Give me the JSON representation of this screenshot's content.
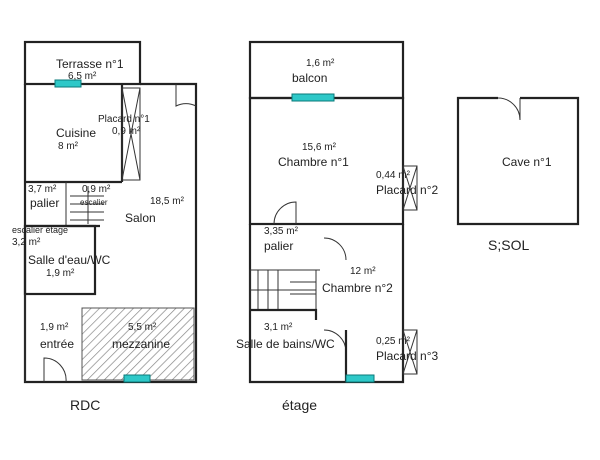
{
  "floors": {
    "rdc": {
      "title": "RDC",
      "rooms": {
        "terrasse": {
          "name": "Terrasse n°1",
          "area": "6,5 m²"
        },
        "placard1": {
          "name": "Placard n°1",
          "area": "0,9 m²"
        },
        "cuisine": {
          "name": "Cuisine",
          "area": "8 m²"
        },
        "palier": {
          "name": "palier",
          "area": "3,7 m²"
        },
        "escalier_area": "0,9 m²",
        "escalier": "escalier",
        "salon": {
          "name": "Salon",
          "area": "18,5 m²"
        },
        "escalier_etage": {
          "name": "escalier étage",
          "area": "3,2 m²"
        },
        "salle_eau": {
          "name": "Salle d'eau/WC",
          "area": "1,9 m²"
        },
        "entree": {
          "name": "entrée",
          "area": "1,9 m²"
        },
        "mezzanine": {
          "name": "mezzanine",
          "area": "5,5 m²"
        }
      }
    },
    "etage": {
      "title": "étage",
      "rooms": {
        "balcon": {
          "name": "balcon",
          "area": "1,6 m²"
        },
        "chambre1": {
          "name": "Chambre n°1",
          "area": "15,6 m²"
        },
        "placard2": {
          "name": "Placard n°2",
          "area": "0,44 m²"
        },
        "palier": {
          "name": "palier",
          "area": "3,35 m²"
        },
        "chambre2": {
          "name": "Chambre n°2",
          "area": "12 m²"
        },
        "sdb": {
          "name": "Salle de bains/WC",
          "area": "3,1 m²"
        },
        "placard3": {
          "name": "Placard n°3",
          "area": "0,25 m²"
        }
      }
    },
    "sous_sol": {
      "title": "S;SOL",
      "rooms": {
        "cave": {
          "name": "Cave n°1"
        }
      }
    }
  },
  "colors": {
    "window": "#2ec8c8",
    "wall": "#222222",
    "hatch": "#888888"
  }
}
